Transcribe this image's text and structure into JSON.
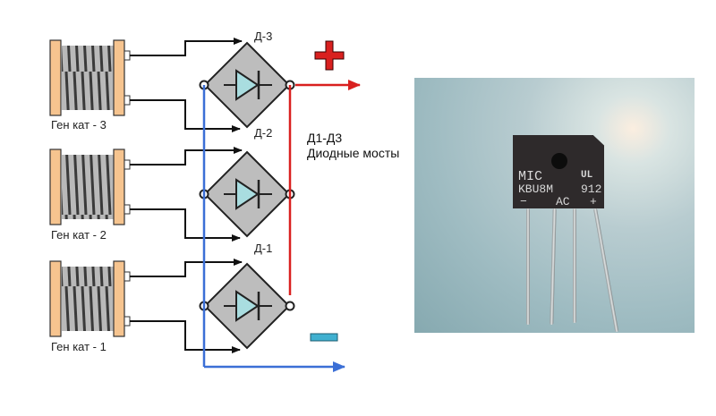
{
  "diagram": {
    "coils": [
      {
        "id": "3",
        "label": "Ген кат - 3"
      },
      {
        "id": "2",
        "label": "Ген кат - 2"
      },
      {
        "id": "1",
        "label": "Ген кат - 1"
      }
    ],
    "bridges": [
      {
        "id": "3",
        "label": "Д-3"
      },
      {
        "id": "2",
        "label": "Д-2"
      },
      {
        "id": "1",
        "label": "Д-1"
      }
    ],
    "plus_symbol": "+",
    "minus_symbol": "−",
    "description": {
      "line1": "Д1-Д3",
      "line2": "Диодные мосты"
    },
    "colors": {
      "positive": "#d9201f",
      "negative": "#3b6fd6",
      "bridge_fill": "#bdbdbd",
      "diode_fill": "#a9dde0",
      "coil_flange": "#f6c48f",
      "minus_bar": "#40b0d0"
    }
  },
  "photo": {
    "brand": "MIC",
    "model": "KBU8M",
    "date_code": "912",
    "cert_mark": "UL",
    "pin_labels": {
      "minus": "−",
      "ac": "AC",
      "plus": "+"
    }
  }
}
